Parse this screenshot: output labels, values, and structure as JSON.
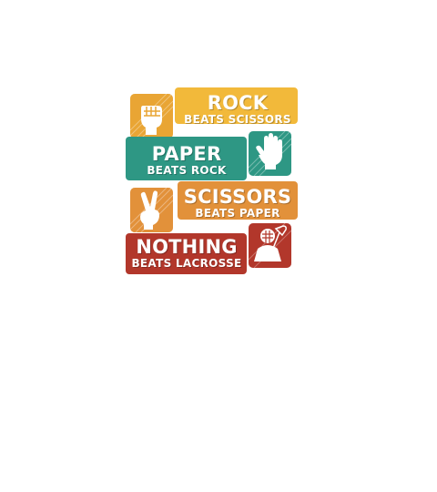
{
  "bands": [
    {
      "big": "ROCK",
      "small": "BEATS SCISSORS",
      "icon": "fist-icon",
      "color": "#f2b93a"
    },
    {
      "big": "PAPER",
      "small": "BEATS ROCK",
      "icon": "open-hand-icon",
      "color": "#2e9784"
    },
    {
      "big": "SCISSORS",
      "small": "BEATS PAPER",
      "icon": "peace-hand-icon",
      "color": "#e2913a"
    },
    {
      "big": "NOTHING",
      "small": "BEATS LACROSSE",
      "icon": "lacrosse-player-icon",
      "color": "#b2372b"
    }
  ]
}
